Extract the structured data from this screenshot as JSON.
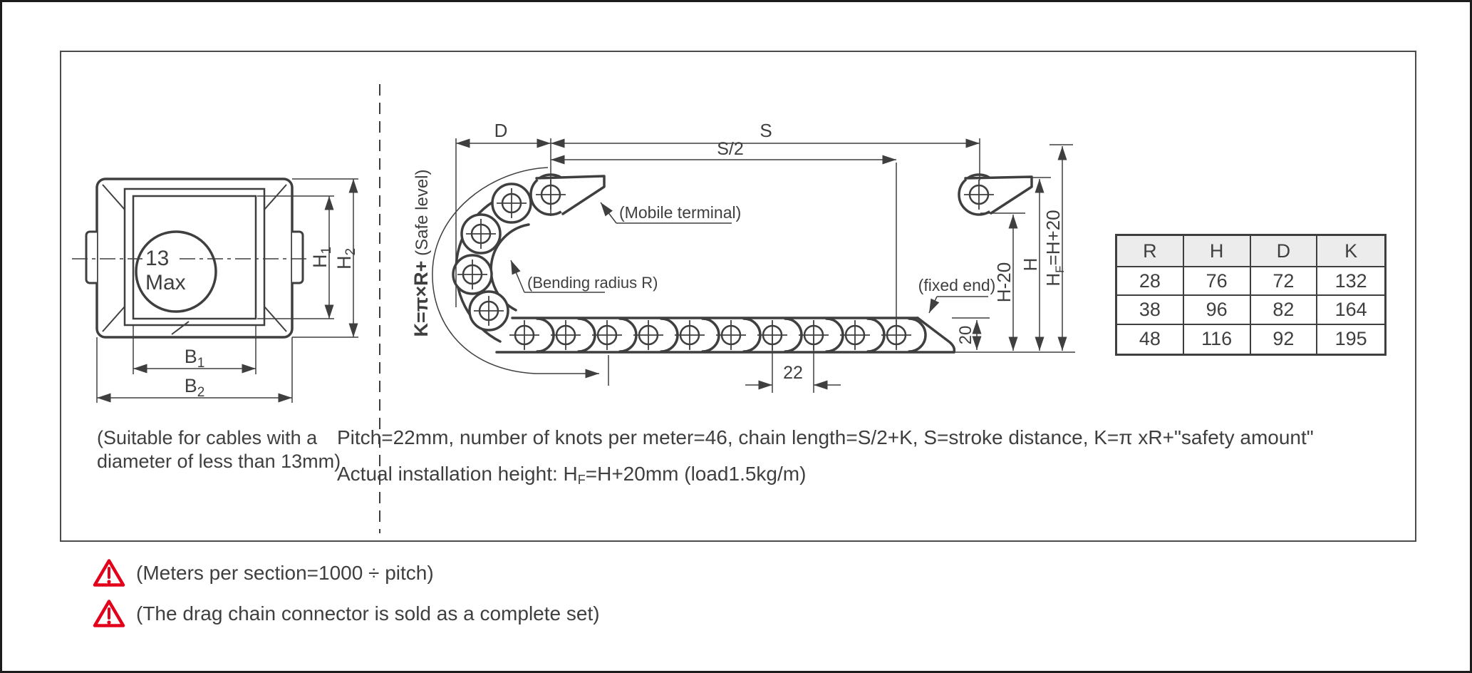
{
  "colors": {
    "ink": "#3f3f3f",
    "warning_red": "#e2001a",
    "table_header_bg": "#ececec",
    "background": "#ffffff"
  },
  "left_view": {
    "bore_label": {
      "line1": "13",
      "line2": "Max"
    },
    "dims": {
      "b1": {
        "base": "B",
        "sub": "1"
      },
      "b2": {
        "base": "B",
        "sub": "2"
      },
      "h1": {
        "base": "H",
        "sub": "1"
      },
      "h2": {
        "base": "H",
        "sub": "2"
      }
    },
    "caption": {
      "line1": "(Suitable for cables with a",
      "line2": "diameter of less than 13mm)"
    }
  },
  "chain_view": {
    "dims": {
      "d": "D",
      "s": "S",
      "s_half": "S/2",
      "pitch": "22",
      "height_20": "20",
      "h_minus_20": "H-20",
      "h": "H",
      "hf": {
        "pre": "H",
        "sub": "F",
        "post": "=H+20"
      }
    },
    "k_label": {
      "formula": "K=π×R+",
      "suffix": " (Safe level)"
    },
    "labels": {
      "mobile": "(Mobile terminal)",
      "bending": "(Bending radius R)",
      "fixed": "(fixed end)"
    }
  },
  "spec_table": {
    "headers": [
      "R",
      "H",
      "D",
      "K"
    ],
    "rows": [
      [
        "28",
        "76",
        "72",
        "132"
      ],
      [
        "38",
        "96",
        "82",
        "164"
      ],
      [
        "48",
        "116",
        "92",
        "195"
      ]
    ]
  },
  "notes": {
    "line1": "Pitch=22mm, number of knots per meter=46, chain length=S/2+K, S=stroke distance, K=π xR+\"safety amount\"",
    "line2": {
      "pre": "Actual installation height: H",
      "sub": "F",
      "post": "=H+20mm (load1.5kg/m)"
    }
  },
  "warnings": [
    {
      "text": "(Meters per section=1000 ÷ pitch)"
    },
    {
      "text": "(The drag chain connector is sold as a complete set)"
    }
  ]
}
